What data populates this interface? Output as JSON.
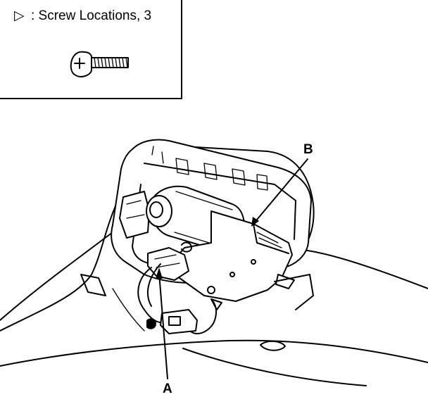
{
  "legend": {
    "symbol": "▷",
    "text": ": Screw Locations, 3",
    "icon": "screw-icon"
  },
  "callouts": {
    "a": "A",
    "b": "B"
  },
  "colors": {
    "line": "#000000",
    "background": "#ffffff"
  }
}
